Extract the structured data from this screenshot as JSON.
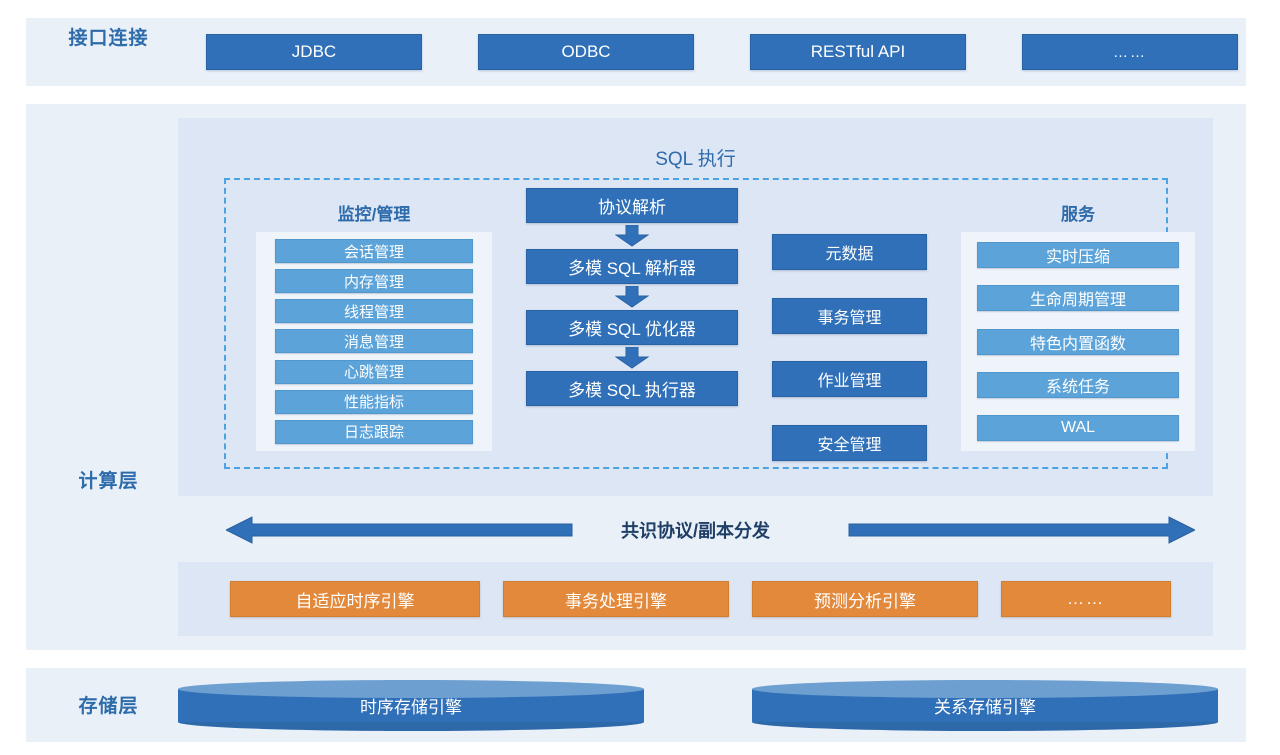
{
  "colors": {
    "dark_blue": "#3070b8",
    "light_blue": "#5ba3d9",
    "orange": "#e2893c",
    "dashed_border": "#4ba3e3",
    "layer_bg": "#e9f0f8",
    "panel_bg": "#dde6f5",
    "inner_list_bg": "#eff4fb",
    "title_text": "#2e6bab"
  },
  "interface_layer": {
    "label": "接口连接",
    "boxes": [
      {
        "label": "JDBC"
      },
      {
        "label": "ODBC"
      },
      {
        "label": "RESTful API"
      },
      {
        "label": "……"
      }
    ]
  },
  "compute_layer": {
    "label": "计算层",
    "sql_panel": {
      "title": "SQL 执行",
      "monitor_column": {
        "title": "监控/管理",
        "items": [
          {
            "label": "会话管理"
          },
          {
            "label": "内存管理"
          },
          {
            "label": "线程管理"
          },
          {
            "label": "消息管理"
          },
          {
            "label": "心跳管理"
          },
          {
            "label": "性能指标"
          },
          {
            "label": "日志跟踪"
          }
        ]
      },
      "pipeline_column": {
        "steps": [
          {
            "label": "协议解析"
          },
          {
            "label": "多模 SQL 解析器"
          },
          {
            "label": "多模 SQL 优化器"
          },
          {
            "label": "多模 SQL 执行器"
          }
        ]
      },
      "core_column": {
        "items": [
          {
            "label": "元数据"
          },
          {
            "label": "事务管理"
          },
          {
            "label": "作业管理"
          },
          {
            "label": "安全管理"
          }
        ]
      },
      "service_column": {
        "title": "服务",
        "items": [
          {
            "label": "实时压缩"
          },
          {
            "label": "生命周期管理"
          },
          {
            "label": "特色内置函数"
          },
          {
            "label": "系统任务"
          },
          {
            "label": "WAL"
          }
        ]
      }
    },
    "consensus_row": {
      "label": "共识协议/副本分发"
    },
    "engine_panel": {
      "engines": [
        {
          "label": "自适应时序引擎"
        },
        {
          "label": "事务处理引擎"
        },
        {
          "label": "预测分析引擎"
        },
        {
          "label": "……"
        }
      ]
    }
  },
  "storage_layer": {
    "label": "存储层",
    "engines": [
      {
        "label": "时序存储引擎"
      },
      {
        "label": "关系存储引擎"
      }
    ]
  }
}
